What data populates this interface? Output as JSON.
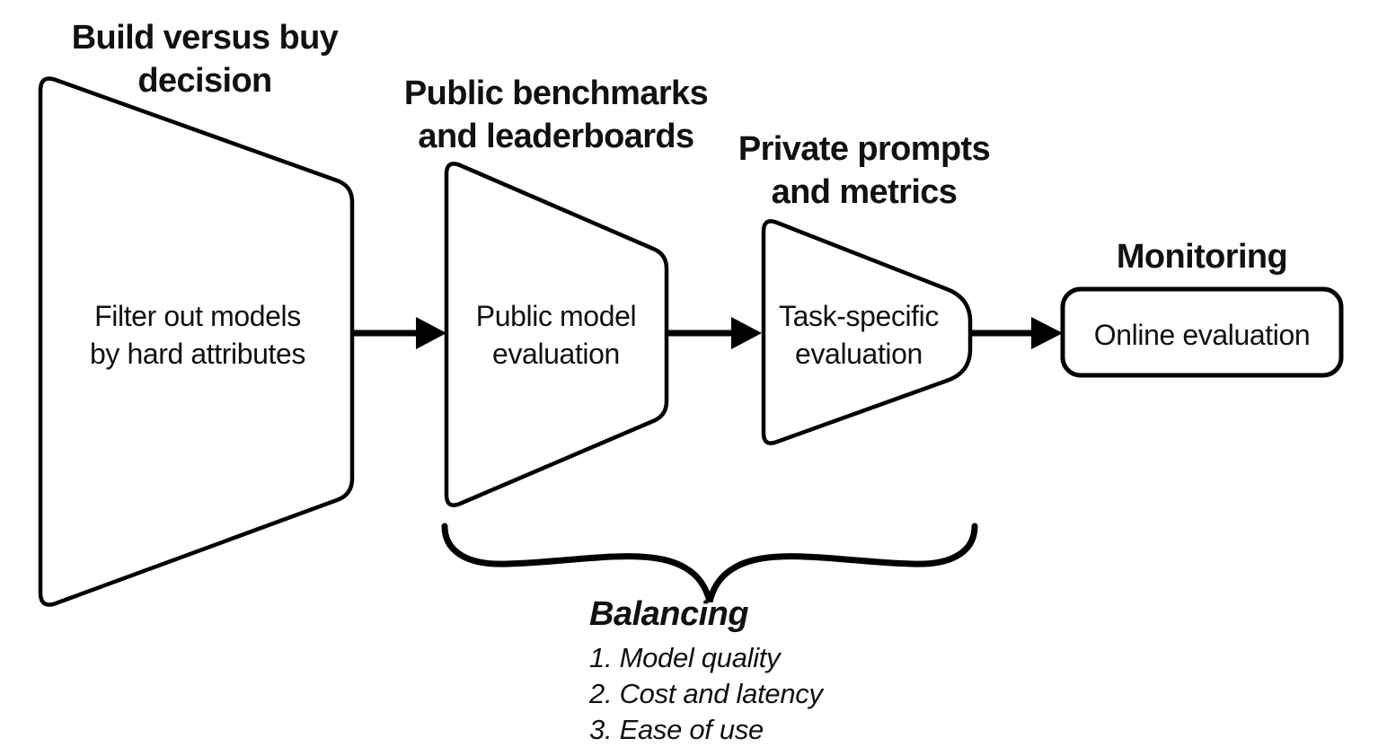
{
  "colors": {
    "stroke": "#000000",
    "text": "#111111",
    "background": "#ffffff"
  },
  "stages": [
    {
      "title_lines": [
        "Build versus buy",
        "decision"
      ],
      "label_lines": [
        "Filter out models",
        "by hard attributes"
      ]
    },
    {
      "title_lines": [
        "Public benchmarks",
        "and leaderboards"
      ],
      "label_lines": [
        "Public model",
        "evaluation"
      ]
    },
    {
      "title_lines": [
        "Private prompts",
        "and metrics"
      ],
      "label_lines": [
        "Task-specific",
        "evaluation"
      ]
    },
    {
      "title_lines": [
        "Monitoring"
      ],
      "label_lines": [
        "Online evaluation"
      ]
    }
  ],
  "balancing": {
    "heading": "Balancing",
    "items": [
      "1. Model quality",
      "2. Cost and latency",
      "3. Ease of use"
    ]
  }
}
